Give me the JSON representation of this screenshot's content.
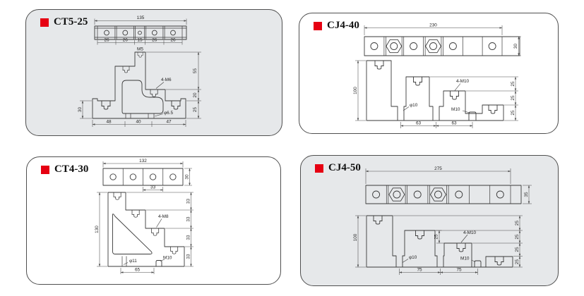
{
  "colors": {
    "panel_fill_gray": "#e6e8ea",
    "panel_fill_white": "#ffffff",
    "panel_border": "#4f4f4f",
    "accent_red": "#e60012",
    "line": "#3a3a3a",
    "text": "#222222"
  },
  "panels": [
    {
      "title": "CT5-25",
      "top_view": {
        "overall_width": "135",
        "cell_widths": [
          "26",
          "26",
          "15",
          "26",
          "26"
        ]
      },
      "side_view": {
        "label_m5": "M5",
        "label_4m6": "4-M6",
        "label_dia": "φ6.5",
        "dim_left": "30",
        "dims_right": [
          "55",
          "20",
          "25"
        ],
        "dims_bottom": [
          "48",
          "40",
          "47"
        ]
      }
    },
    {
      "title": "CJ4-40",
      "top_view": {
        "overall_width": "230",
        "height_label": "30"
      },
      "side_view": {
        "dim_left": "100",
        "label_dia": "φ10",
        "label_4m10": "4-M10",
        "label_m10": "M10",
        "dims_right": [
          "25",
          "25",
          "25"
        ],
        "dims_bottom": [
          "63",
          "63"
        ]
      }
    },
    {
      "title": "CT4-30",
      "top_view": {
        "overall_width": "132",
        "height_label": "30",
        "cell_width": "33"
      },
      "side_view": {
        "dim_left": "130",
        "label_4m8": "4-M8",
        "label_dia": "φ11",
        "label_m10": "M10",
        "dims_right": [
          "33",
          "33",
          "33",
          "33"
        ],
        "dim_bottom": "65"
      }
    },
    {
      "title": "CJ4-50",
      "top_view": {
        "overall_width": "275",
        "height_label": "35"
      },
      "side_view": {
        "dim_left": "100",
        "dim_step": "25",
        "label_dia": "φ10",
        "label_4m10": "4-M10",
        "label_m10": "M10",
        "dims_right": [
          "25",
          "25",
          "25",
          "25"
        ],
        "dims_bottom": [
          "75",
          "75"
        ]
      }
    }
  ]
}
